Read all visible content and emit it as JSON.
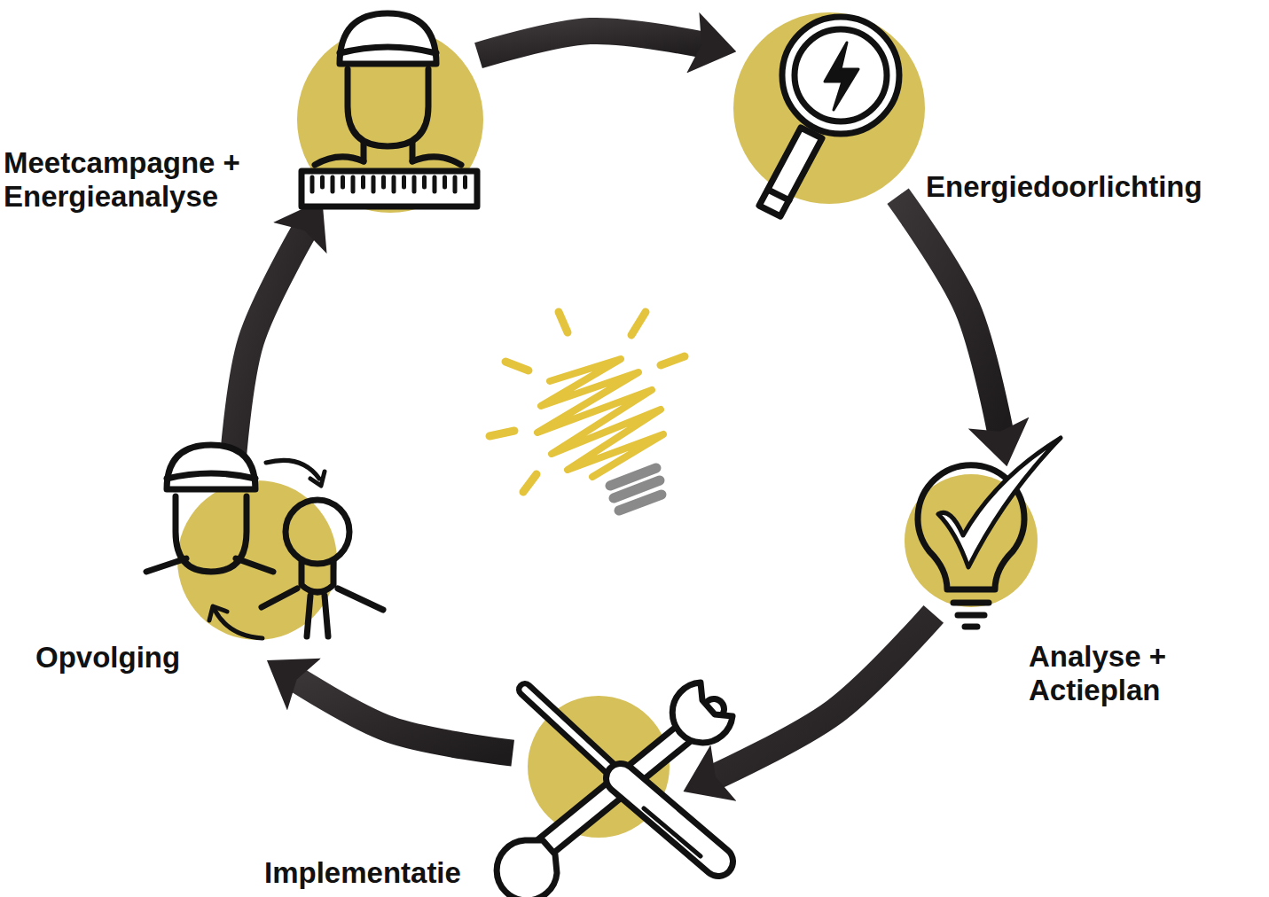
{
  "diagram": {
    "nodes": [
      {
        "text": [
          "Meetcampagne + Energieanalyse"
        ]
      },
      {
        "text": [
          "Energiedoorlichting"
        ]
      },
      {
        "text": [
          "Analyse + Actieplan"
        ]
      },
      {
        "text": [
          "Implementatie"
        ]
      },
      {
        "text": [
          "Opvolging"
        ]
      }
    ],
    "edges": [
      {
        "from": 0,
        "to": 1,
        "arrow": "to"
      },
      {
        "from": 1,
        "to": 2,
        "arrow": "to"
      },
      {
        "from": 2,
        "to": 3,
        "arrow": "to"
      },
      {
        "from": 3,
        "to": 4,
        "arrow": "to"
      },
      {
        "from": 4,
        "to": 0,
        "arrow": "to"
      }
    ]
  }
}
